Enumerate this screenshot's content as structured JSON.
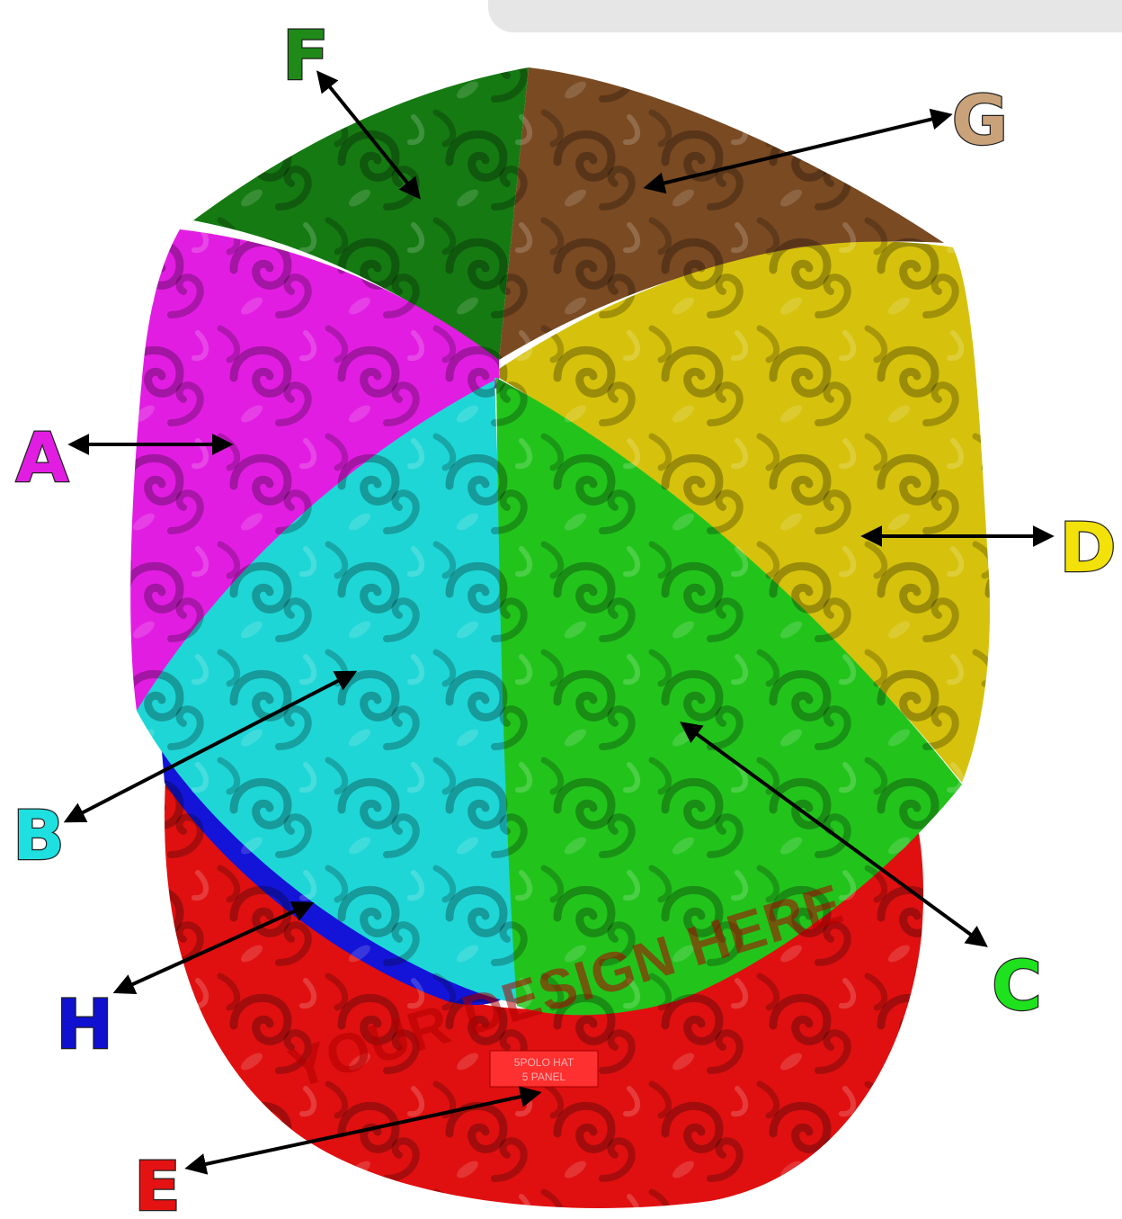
{
  "panels": {
    "A": {
      "label": "A",
      "color": "#e21de2",
      "label_color": "#e21de2"
    },
    "B": {
      "label": "B",
      "color": "#1fd6d6",
      "label_color": "#1ee0e0"
    },
    "C": {
      "label": "C",
      "color": "#22c41c",
      "label_color": "#1ee21e"
    },
    "D": {
      "label": "D",
      "color": "#d6c20c",
      "label_color": "#f2e20a"
    },
    "E": {
      "label": "E",
      "color": "#e01010",
      "label_color": "#e41212"
    },
    "F": {
      "label": "F",
      "color": "#157a12",
      "label_color": "#1f8a18"
    },
    "G": {
      "label": "G",
      "color": "#7a4a22",
      "label_color": "#c9a27a"
    },
    "H": {
      "label": "H",
      "color": "#1414d8",
      "label_color": "#1010d0"
    }
  },
  "brim": {
    "design_text": "YOUR DESIGN HERE",
    "tag_line1": "5POLO HAT",
    "tag_line2": "5 PANEL"
  },
  "arrow_color": "#000000"
}
